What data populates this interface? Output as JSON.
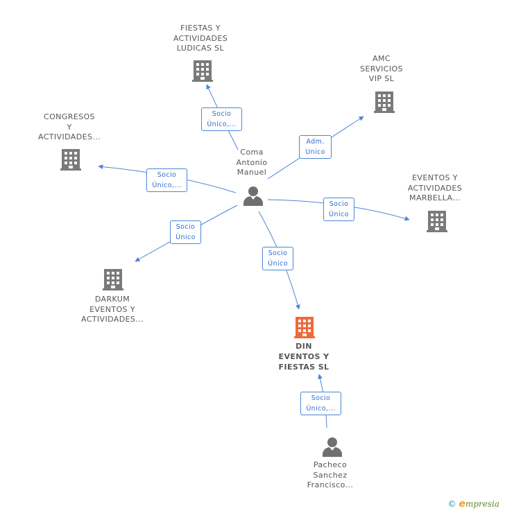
{
  "colors": {
    "edge": "#4a86d8",
    "building": "#7a7a7a",
    "building_main": "#ee6a3a",
    "person": "#6f6f6f"
  },
  "nodes": {
    "fiestas_ludicas": {
      "lines": [
        "FIESTAS Y",
        "ACTIVIDADES",
        "LUDICAS  SL"
      ],
      "icon": "building-icon"
    },
    "amc": {
      "lines": [
        "AMC",
        "SERVICIOS",
        "VIP SL"
      ],
      "icon": "building-icon"
    },
    "congresos": {
      "lines": [
        "CONGRESOS",
        "Y",
        "ACTIVIDADES..."
      ],
      "icon": "building-icon"
    },
    "eventos_marbella": {
      "lines": [
        "EVENTOS Y",
        "ACTIVIDADES",
        "MARBELLA..."
      ],
      "icon": "building-icon"
    },
    "darkum": {
      "lines": [
        "DARKUM",
        "EVENTOS Y",
        "ACTIVIDADES..."
      ],
      "icon": "building-icon"
    },
    "din": {
      "lines": [
        "DIN",
        "EVENTOS Y",
        "FIESTAS  SL"
      ],
      "icon": "building-icon"
    },
    "coma": {
      "lines": [
        "Coma",
        "Antonio",
        "Manuel"
      ],
      "icon": "person-icon"
    },
    "pacheco": {
      "lines": [
        "Pacheco",
        "Sanchez",
        "Francisco..."
      ],
      "icon": "person-icon"
    }
  },
  "edges": {
    "to_fiestas": [
      "Socio",
      "Único,..."
    ],
    "to_amc": [
      "Adm.",
      "Unico"
    ],
    "to_congresos": [
      "Socio",
      "Único,..."
    ],
    "to_marbella": [
      "Socio",
      "Único"
    ],
    "to_darkum": [
      "Socio",
      "Único"
    ],
    "to_din": [
      "Socio",
      "Único"
    ],
    "pacheco_to_din": [
      "Socio",
      "Único,..."
    ]
  },
  "footer": {
    "copyright": "©",
    "brand_initial": "e",
    "brand_rest": "mpresia"
  }
}
